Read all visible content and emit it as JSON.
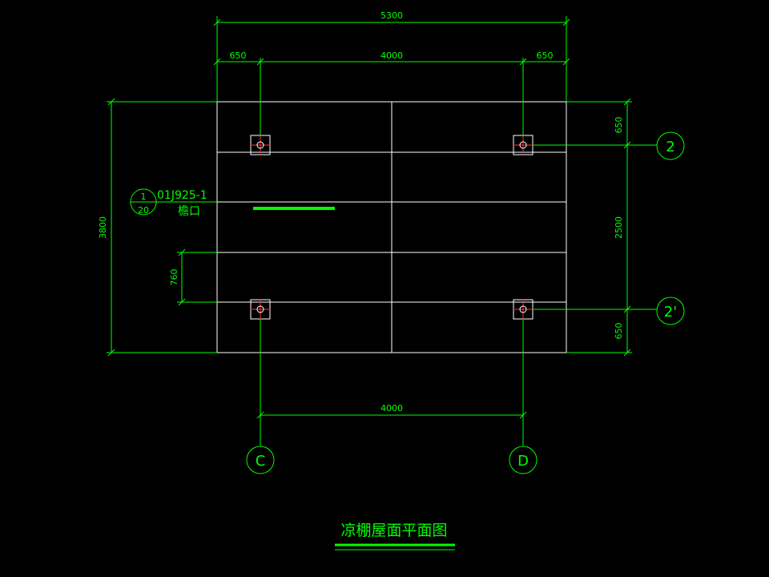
{
  "drawing": {
    "title": "凉棚屋面平面图",
    "dimensions": {
      "overall_width": "5300",
      "left_overhang": "650",
      "column_span_top": "4000",
      "right_overhang": "650",
      "column_span_bottom": "4000",
      "overall_depth": "3800",
      "top_overhang": "650",
      "column_span_vertical": "2500",
      "bottom_overhang": "650",
      "purlin_spacing": "760"
    },
    "axes": {
      "axis_c": "C",
      "axis_d": "D",
      "axis_2": "2",
      "axis_2_prime": "2'"
    },
    "detail_callout": {
      "number": "1",
      "sheet": "20",
      "reference": "01J925-1",
      "label": "檐口"
    },
    "colors": {
      "dimension_lines": "#00ff00",
      "roof_outline": "#ffffff",
      "column_marks": "#ff3030",
      "background": "#000000"
    }
  }
}
